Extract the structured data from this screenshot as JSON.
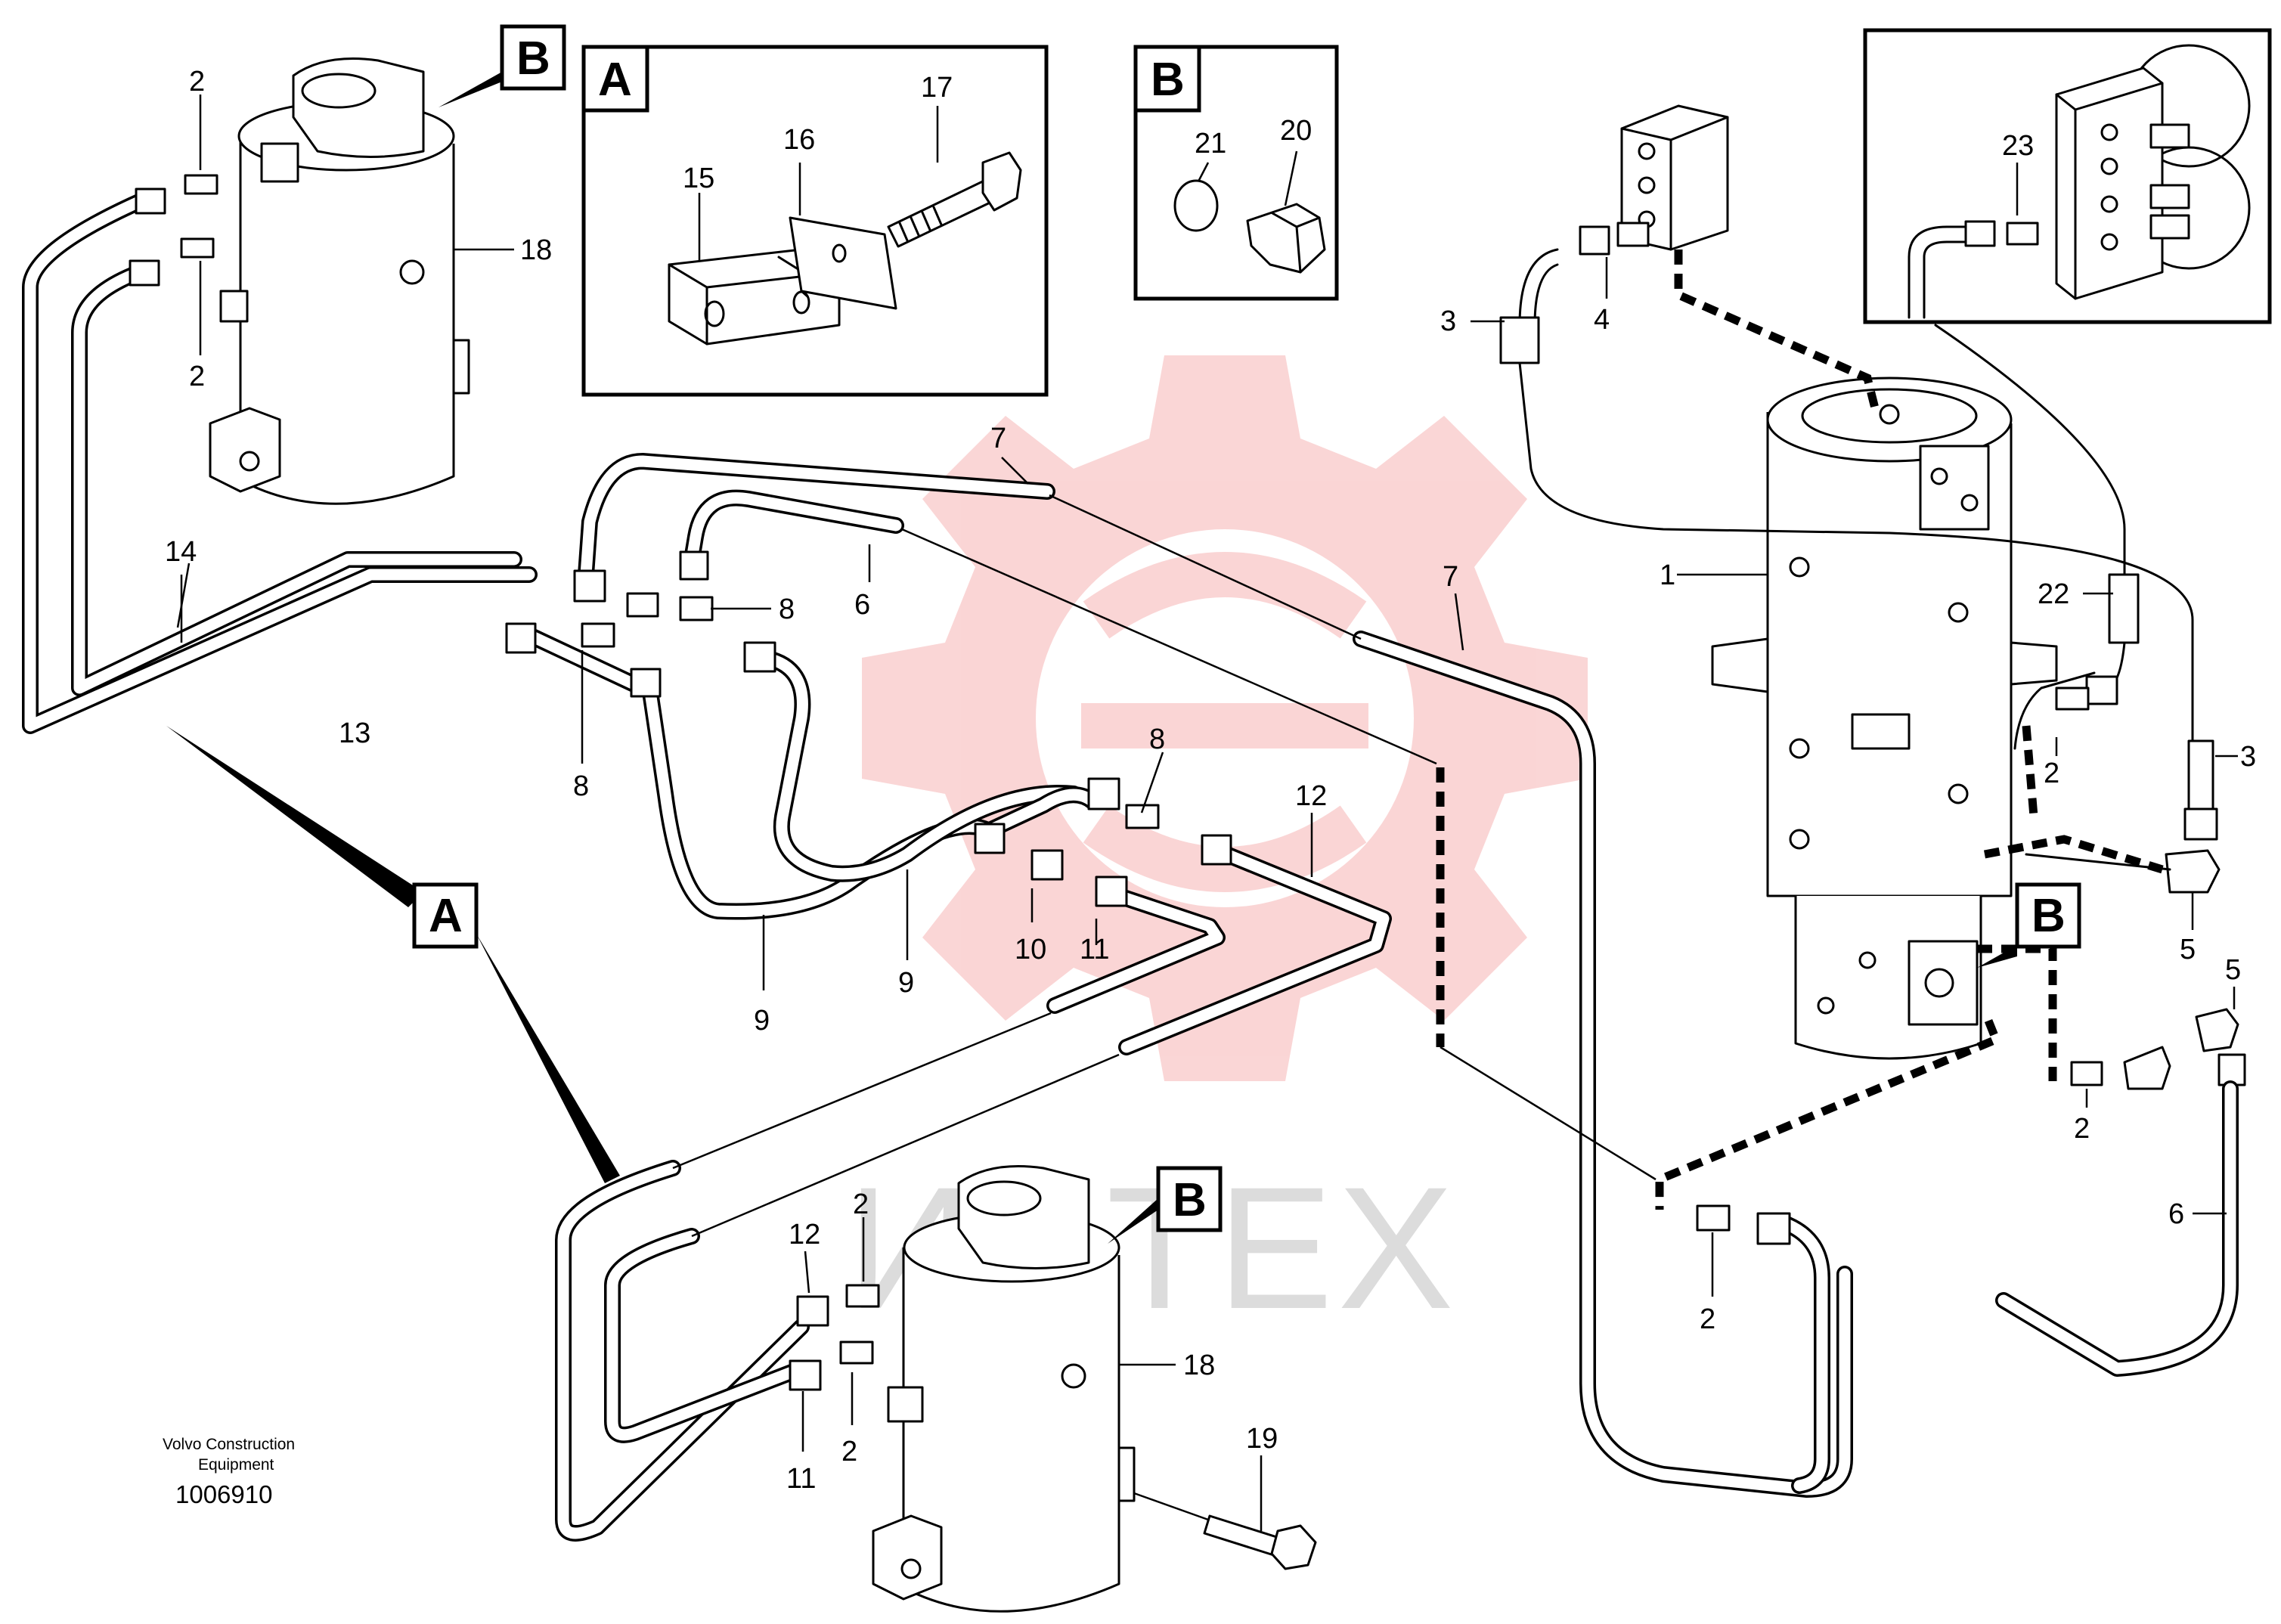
{
  "watermark": {
    "text": "ИНТЕХ",
    "color": "#f6b7b7"
  },
  "caption": {
    "line1": "Volvo Construction",
    "line2": "Equipment",
    "doc_number": "1006910"
  },
  "boxes": {
    "a": "A",
    "b": "B"
  },
  "callouts": {
    "c1": "1",
    "c2": "2",
    "c3": "3",
    "c4": "4",
    "c5": "5",
    "c6": "6",
    "c7": "7",
    "c8": "8",
    "c9": "9",
    "c10": "10",
    "c11": "11",
    "c12": "12",
    "c13": "13",
    "c14": "14",
    "c15": "15",
    "c16": "16",
    "c17": "17",
    "c18": "18",
    "c19": "19",
    "c20": "20",
    "c21": "21",
    "c22": "22",
    "c23": "23"
  }
}
